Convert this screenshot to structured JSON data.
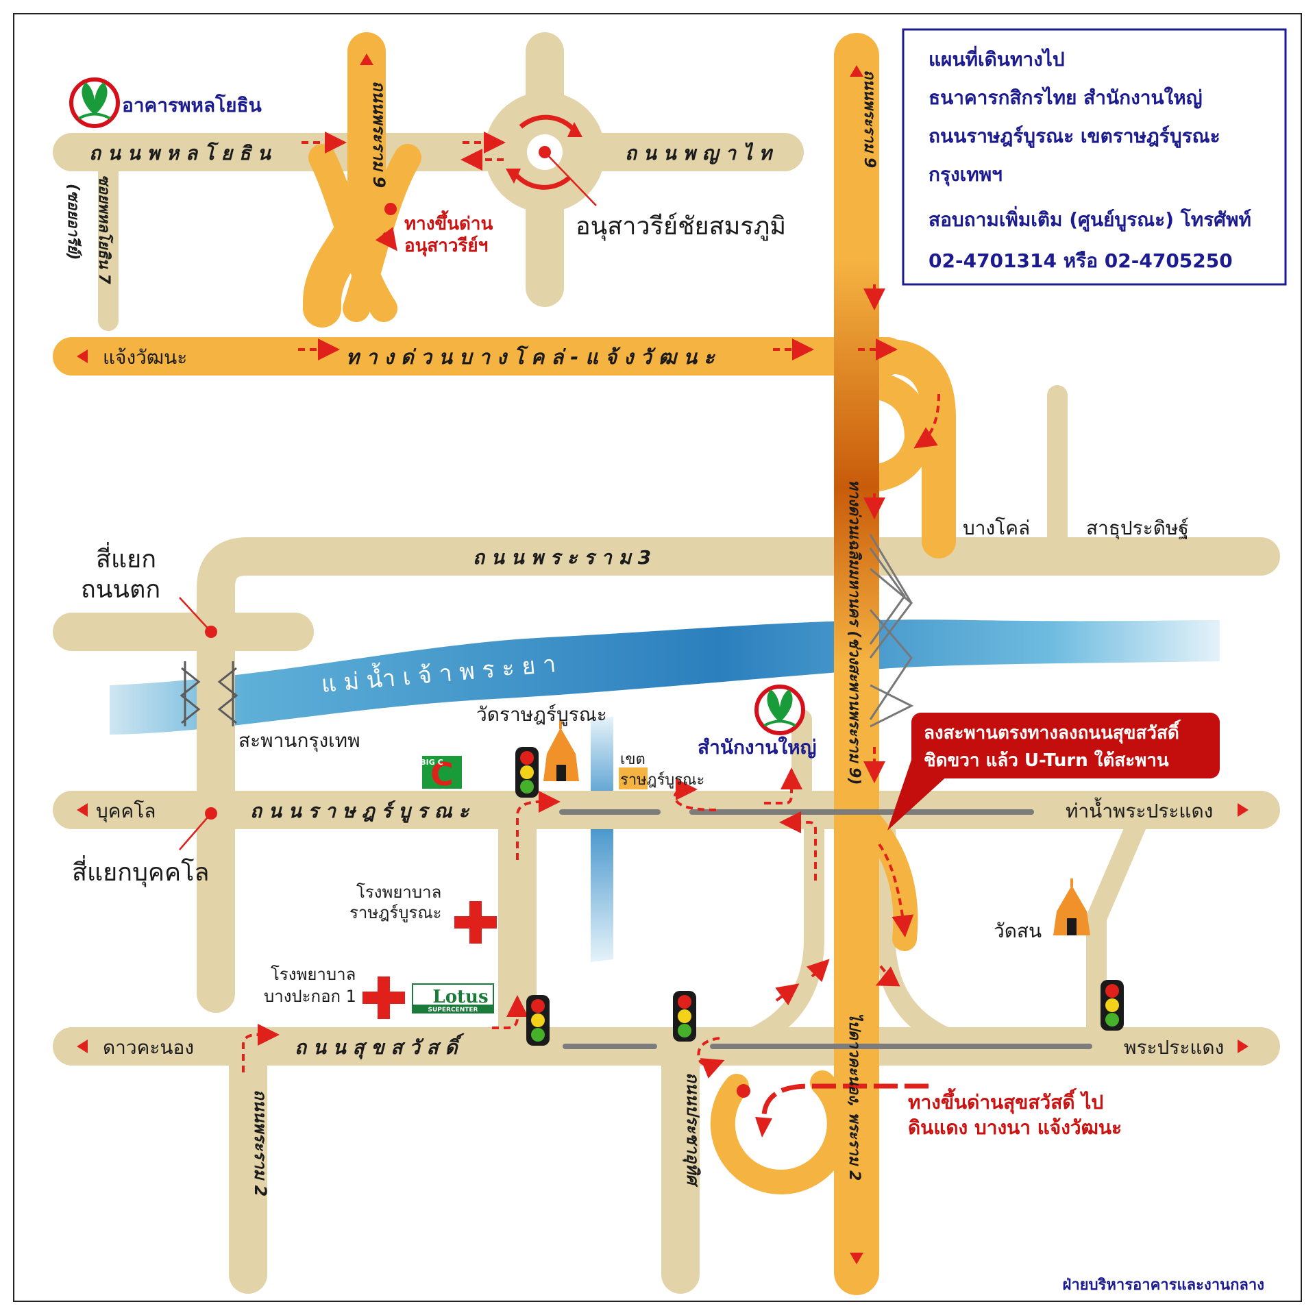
{
  "info_box": {
    "title": "แผนที่เดินทางไป",
    "line2": "ธนาคารกสิกรไทย  สำนักงานใหญ่",
    "line3": "ถนนราษฎร์บูรณะ  เขตราษฎร์บูรณะ",
    "line4": "กรุงเทพฯ",
    "line5": "สอบถามเพิ่มเติม (ศูนย์บูรณะ) โทรศัพท์",
    "phone": "02-4701314  หรือ 02-4705250"
  },
  "roads": {
    "phahonyothin": "ถ น น พ ห ล โ ย ธิ น",
    "phayathai": "ถ น น พ ญ า ไ ท",
    "rama9_top": "ถนนพระราม 9",
    "soi_phahon7": "ซอยพหลโยธิน 7",
    "soi_ari": "(ซอยอารีย์)",
    "expressway": "ท า ง ด่ ว น บ า ง โ ค ล่ - แ จ้ ง วั ฒ น ะ",
    "rama9_east": "ถนนพระราม 9",
    "rama3": "ถ น น พ ร ะ ร า ม  3",
    "river": "แ ม่ น้ำ เ จ้ า พ ร ะ ย า",
    "ratburana": "ถ น น ร า ษ ฎ ร์ บู ร ณ ะ",
    "suksawat": "ถ น น สุ ข ส วั ส ดิ์",
    "rama2": "ถนนพระราม 2",
    "pracha_uthit": "ถนนประชาอุทิศ",
    "bridge_road": "ทางด่วนเฉลิมมหานคร (ช่วงสะพานพระราม 9)",
    "to_dao_khanong": "ไปดาวคะนอง, พระราม 2"
  },
  "places": {
    "phahon_building": "อาคารพหลโยธิน",
    "victory_monument": "อนุสาวรีย์ชัยสมรภูมิ",
    "victory_ramp": "ทางขึ้นด่าน\nอนุสาวรีย์ฯ",
    "chaeng_watthana": "แจ้งวัฒนะ",
    "bang_kho_laem": "บางโคล่",
    "sathu_pradit": "สาธุประดิษฐ์",
    "thanon_tok_1": "สี่แยก",
    "thanon_tok_2": "ถนนตก",
    "krungthep_bridge": "สะพานกรุงเทพ",
    "buk_kha_lo": "บุคคโล",
    "buk_kha_lo_junction": "สี่แยกบุคคโล",
    "wat_ratburana": "วัดราษฎร์บูรณะ",
    "khet": "เขต",
    "khet_name": "ราษฎร์บูรณะ",
    "head_office": "สำนักงานใหญ่",
    "tha_nam": "ท่าน้ำพระประแดง",
    "wat_son": "วัดสน",
    "hospital1_l1": "โรงพยาบาล",
    "hospital1_l2": "ราษฎร์บูรณะ",
    "hospital2_l1": "โรงพยาบาล",
    "hospital2_l2": "บางปะกอก 1",
    "dao_khanong": "ดาวคะนอง",
    "phra_pradaeng": "พระประแดง",
    "big_c": "BIG C",
    "lotus": "Lotus",
    "lotus_sub": "SUPERCENTER"
  },
  "callouts": {
    "bridge_note_1": "ลงสะพานตรงทางลงถนนสุขสวัสดิ์",
    "bridge_note_2": "ชิดขวา  แล้ว U-Turn ใต้สะพาน",
    "suksawat_ramp_1": "ทางขึ้นด่านสุขสวัสดิ์ ไป",
    "suksawat_ramp_2": "ดินแดง บางนา แจ้งวัฒนะ"
  },
  "footer": "ฝ่ายบริหารอาคารและงานกลาง",
  "colors": {
    "road": "#e2d3a9",
    "expressway": "#f5b342",
    "expressway_dark": "#c85b0a",
    "river": "#2f83c0",
    "route_red": "#e0201b",
    "callout_bg": "#c40d0d",
    "info_border": "#1b1b8f"
  }
}
